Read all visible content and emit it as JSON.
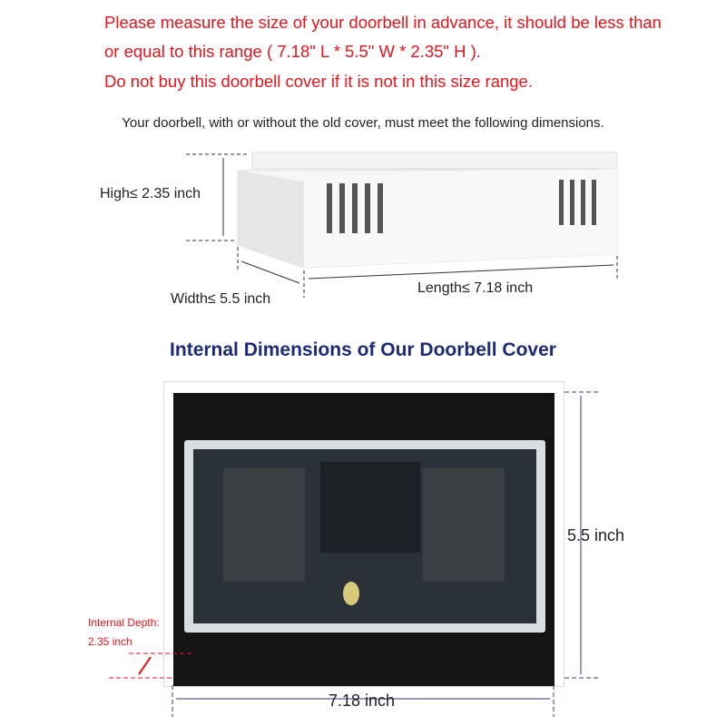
{
  "notice": {
    "line1": "Please measure the size of your doorbell in advance, it should be less than",
    "line2": "or equal to this range ( 7.18\" L * 5.5\" W * 2.35\" H ).",
    "line3": "Do not buy this doorbell cover if it is not in this size range."
  },
  "subtitle": "Your doorbell, with or without the old cover, must meet the following dimensions.",
  "doorbell": {
    "high": "High≤ 2.35 inch",
    "width": "Width≤ 5.5 inch",
    "length": "Length≤ 7.18 inch"
  },
  "cover": {
    "title": "Internal  Dimensions of Our Doorbell Cover",
    "height": "5.5 inch",
    "length": "7.18 inch",
    "depth_label": "Internal Depth:",
    "depth_value": "2.35 inch"
  },
  "colors": {
    "red": "#e8141c",
    "navy": "#1c2a78"
  }
}
